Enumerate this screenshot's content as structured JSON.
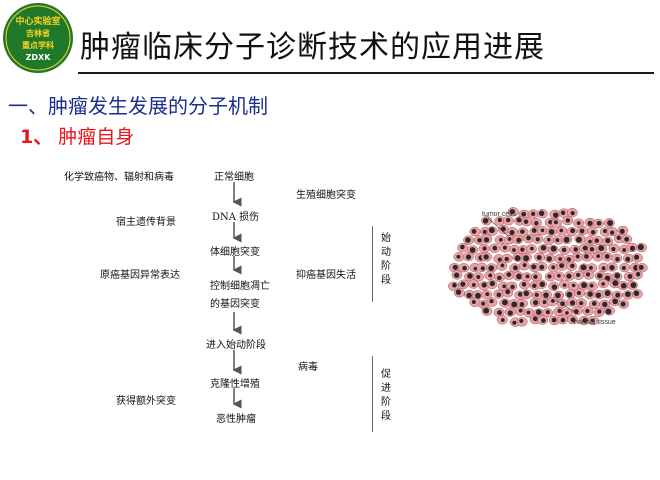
{
  "logo": {
    "line1": "中心实验室",
    "line2": "吉林省",
    "line3": "重点学科",
    "line4": "ZDXK",
    "colors": {
      "bg": "#1e7a2a",
      "text": "#ffd21f",
      "line4": "#ffffff"
    }
  },
  "title": "肿瘤临床分子诊断技术的应用进展",
  "heading1": "一、肿瘤发生发展的分子机制",
  "heading2": {
    "num": "1、",
    "text": "肿瘤自身"
  },
  "colors": {
    "heading1": "#1e2e8f",
    "heading2": "#e8141b"
  },
  "diagram": {
    "left": {
      "chem": "化学致癌物、辐射和病毒",
      "host": "宿主遗传背景",
      "onco": "原癌基因异常表达",
      "extra": "获得额外突变"
    },
    "center": {
      "normal": "正常细胞",
      "dna": "DNA 损伤",
      "somatic": "体细胞突变",
      "apop1": "控制细胞凋亡",
      "apop2": "的基因突变",
      "enter": "进入始动阶段",
      "clone": "克隆性增殖",
      "malig": "恶性肿瘤"
    },
    "right": {
      "germ": "生殖细胞突变",
      "tsg": "抑癌基因失活",
      "virus": "病毒"
    },
    "stages": {
      "initiation": [
        "始",
        "动",
        "阶",
        "段"
      ],
      "promotion": [
        "促",
        "进",
        "阶",
        "段"
      ]
    }
  },
  "figure": {
    "label_top": "tumor cells",
    "label_bottom": "normal tissue",
    "colors": {
      "cell": "#e8a3a6",
      "nucleus": "#2a2a2a",
      "border": "#b04a55"
    }
  }
}
